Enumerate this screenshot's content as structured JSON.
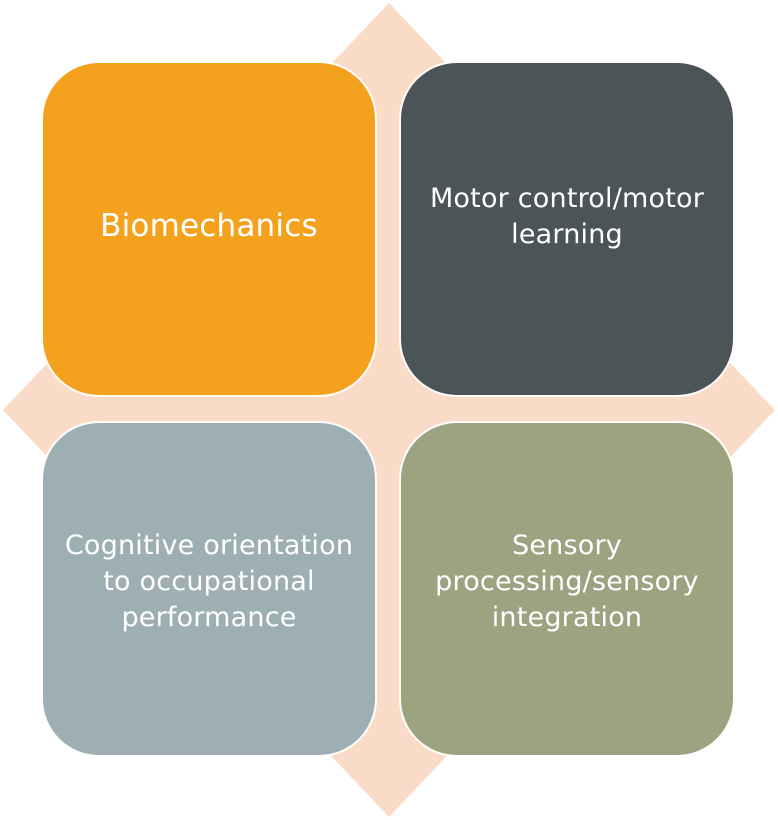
{
  "diagram": {
    "background_shape_color": "#fadbc8",
    "quadrants": [
      {
        "label": "Biomechanics",
        "color": "#f4a21e"
      },
      {
        "label": "Motor control/motor learning",
        "color": "#4b5457"
      },
      {
        "label": "Cognitive orientation to occupational performance",
        "color": "#9eafb3"
      },
      {
        "label": "Sensory processing/sensory integration",
        "color": "#9ca381"
      }
    ]
  }
}
